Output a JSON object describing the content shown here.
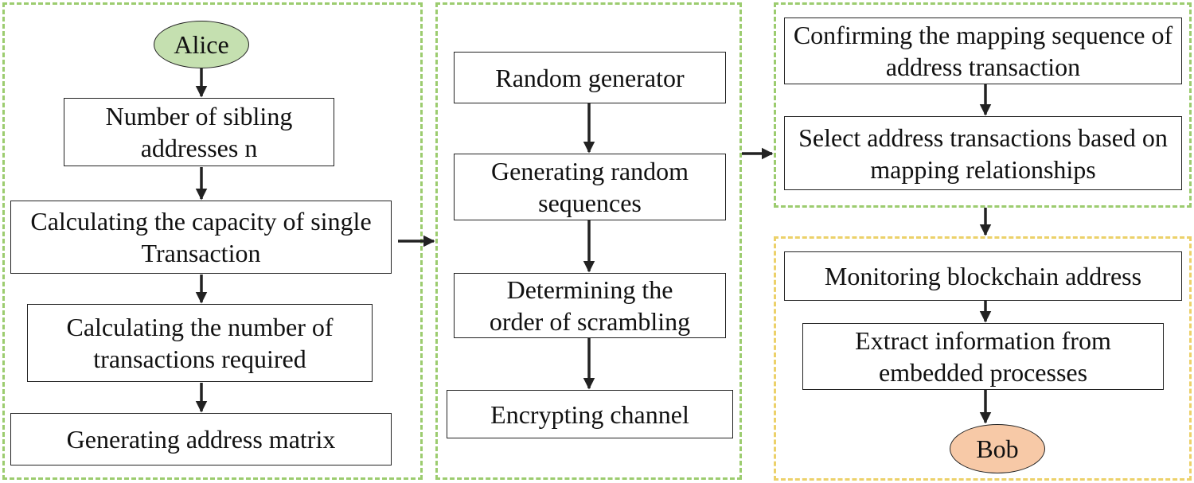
{
  "colors": {
    "panel_green": "#9ccc6f",
    "panel_yellow": "#ecd16a",
    "alice_fill": "#c5e0b0",
    "bob_fill": "#f7c9a7",
    "arrow": "#222222"
  },
  "panel1": {
    "start": "Alice",
    "steps": [
      "Number of sibling addresses n",
      "Calculating the capacity of single Transaction",
      "Calculating the number of transactions required",
      "Generating address matrix"
    ]
  },
  "panel2": {
    "steps": [
      "Random generator",
      "Generating random sequences",
      "Determining the order of scrambling",
      "Encrypting channel"
    ]
  },
  "panel3": {
    "steps": [
      "Confirming the mapping sequence of address transaction",
      "Select address transactions based on mapping relationships"
    ]
  },
  "panel4": {
    "steps": [
      "Monitoring blockchain address",
      "Extract information from embedded processes"
    ],
    "end": "Bob"
  }
}
